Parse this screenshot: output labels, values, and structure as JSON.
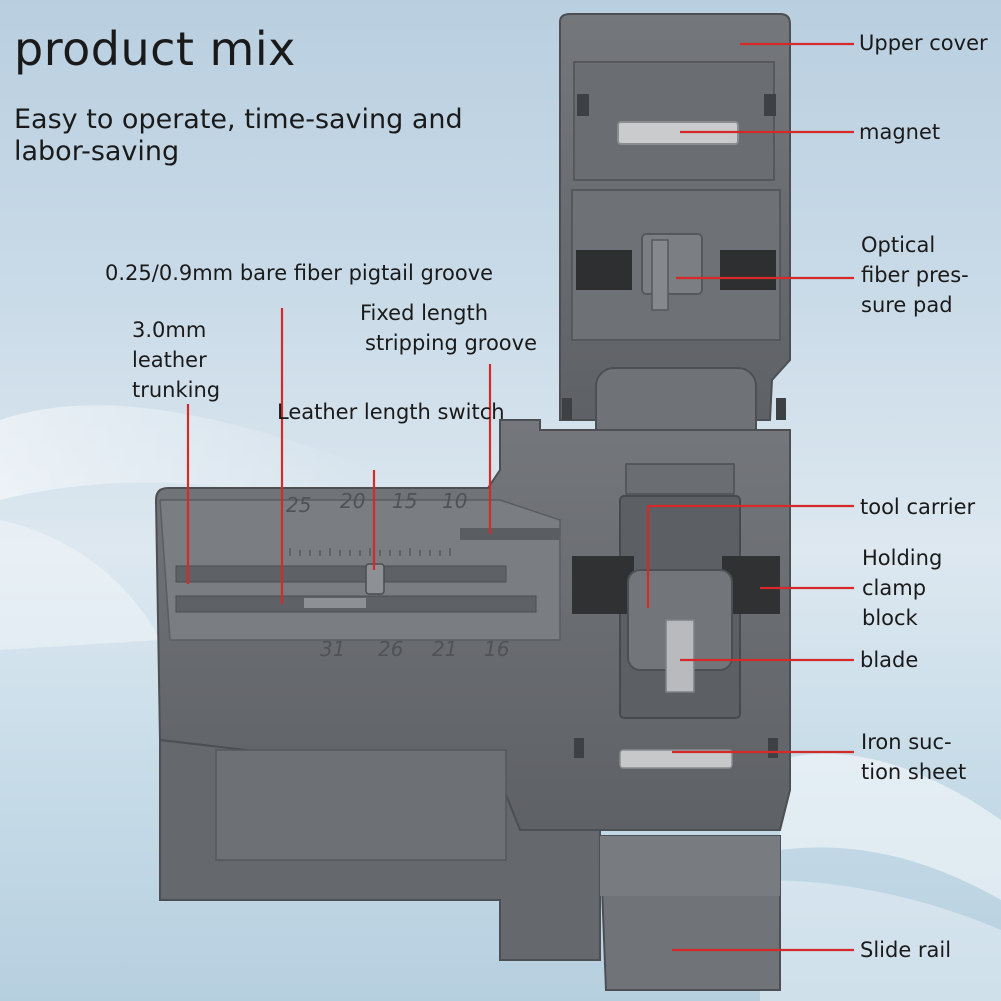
{
  "title": "product mix",
  "subtitle": "Easy to operate, time-saving and labor-saving",
  "labels": {
    "upper_cover": "Upper cover",
    "magnet": "magnet",
    "optical_pad_1": "Optical",
    "optical_pad_2": "fiber pres-",
    "optical_pad_3": "sure pad",
    "tool_carrier": "tool carrier",
    "holding_1": "Holding",
    "holding_2": "clamp",
    "holding_3": "block",
    "blade": "blade",
    "iron_1": "Iron suc-",
    "iron_2": "tion sheet",
    "slide_rail": "Slide rail",
    "groove": "0.25/0.9mm bare fiber pigtail groove",
    "fixed_1": "Fixed length",
    "fixed_2": "stripping groove",
    "trunking_1": "3.0mm",
    "trunking_2": "leather",
    "trunking_3": "trunking",
    "switch": "Leather length switch"
  },
  "scale_top": [
    "25",
    "20",
    "15",
    "10"
  ],
  "scale_bottom": [
    "31",
    "26",
    "21",
    "16"
  ],
  "colors": {
    "leader_line": "#d42a2a",
    "tool_body": "#6b6e72",
    "background": "#cadbe8"
  }
}
